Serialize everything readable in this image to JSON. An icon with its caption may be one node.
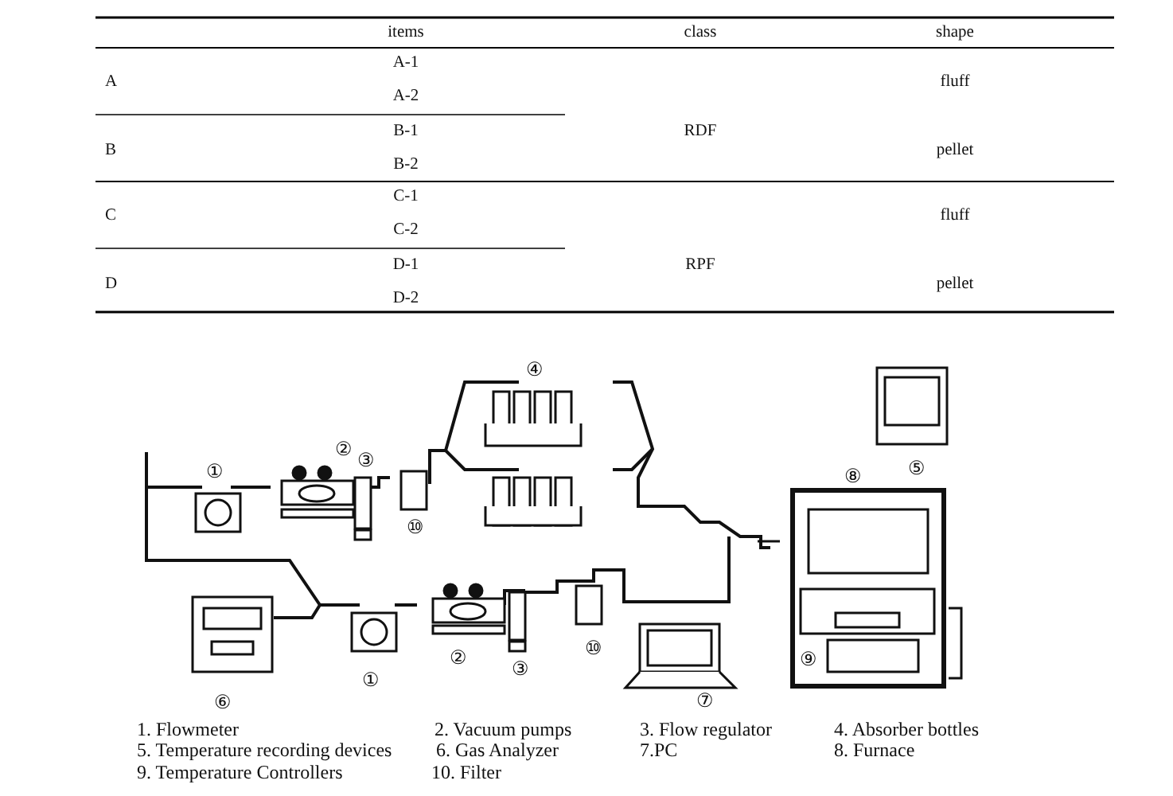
{
  "diagram": {
    "labels": [
      "items",
      "class",
      "shape",
      "A",
      "A-1",
      "RDF",
      "fluff",
      "A-2",
      "B",
      "B-1",
      "pellet",
      "B-2",
      "C",
      "C-1",
      "RPF",
      "fluff",
      "C-2",
      "D",
      "D-1",
      "pellet",
      "D-2",
      "④",
      "②",
      "①",
      "③",
      "⑩",
      "⑧",
      "⑤",
      "①",
      "②",
      "③",
      "⑩",
      "⑨",
      "⑥",
      "⑦",
      "1. Flowmeter",
      "2. Vacuum pumps",
      "3. Flow regulator",
      "4. Absorber bottles",
      "5. Temperature recording devices",
      "6. Gas Analyzer",
      "7.PC",
      "8. Furnace",
      "9. Temperature Controllers",
      "10. Filter"
    ]
  }
}
